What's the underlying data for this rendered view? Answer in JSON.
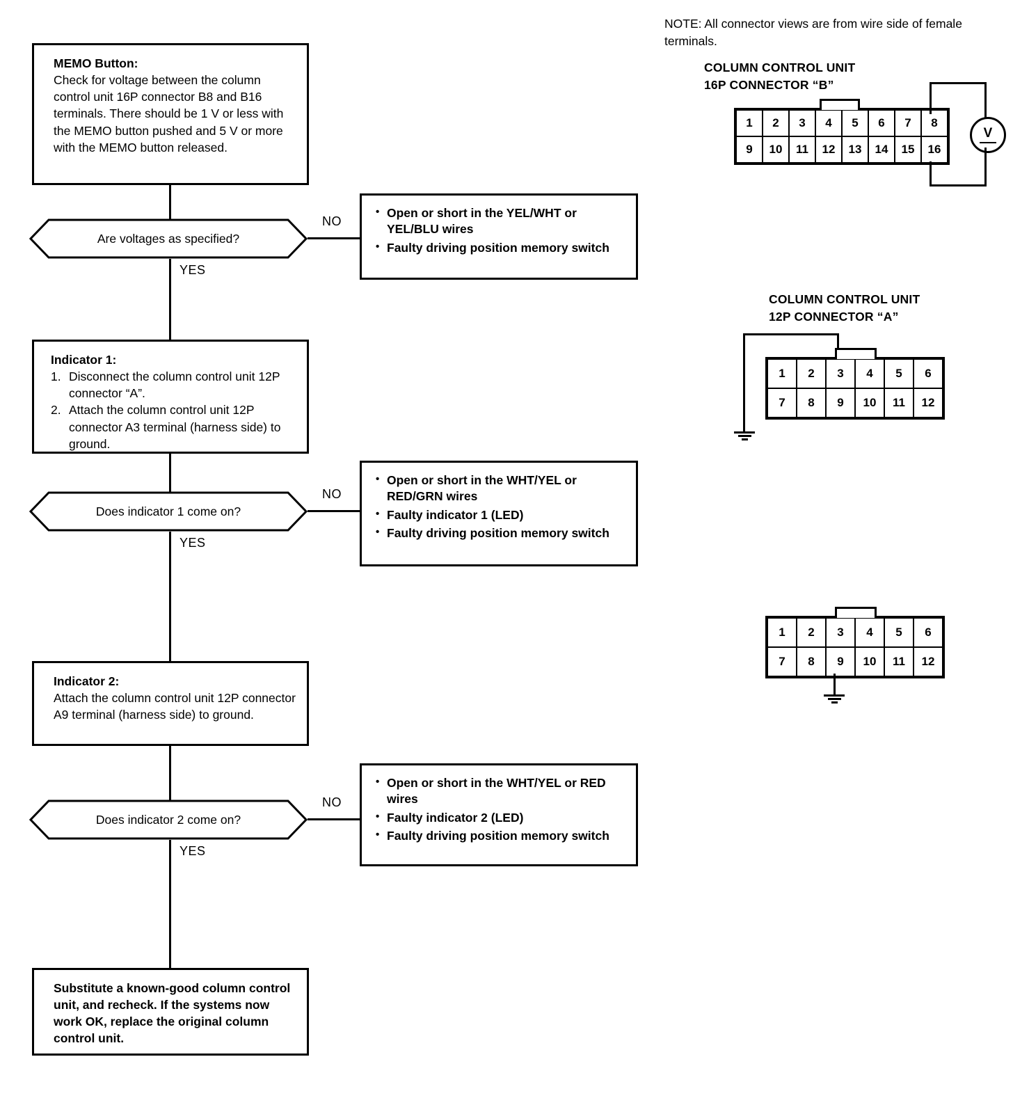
{
  "document": {
    "type": "troubleshooting-flowchart",
    "subject": "Column control unit / driving position memory"
  },
  "flow": {
    "step1": {
      "title": "MEMO Button:",
      "body": "Check for voltage between the column control unit 16P connector B8 and B16 terminals. There should be 1 V or less with the MEMO button pushed and 5 V or more with the MEMO button released."
    },
    "decision1": {
      "label": "Are voltages as specified?",
      "no_label": "NO",
      "yes_label": "YES"
    },
    "result1": {
      "items": [
        "Open or short in the YEL/WHT or YEL/BLU wires",
        "Faulty driving position memory switch"
      ]
    },
    "step2": {
      "title": "Indicator 1:",
      "items": [
        {
          "num": "1.",
          "text": "Disconnect the column control unit 12P connector “A”."
        },
        {
          "num": "2.",
          "text": "Attach the column control unit 12P connector A3 terminal (harness side) to ground."
        }
      ]
    },
    "decision2": {
      "label": "Does indicator 1 come on?",
      "no_label": "NO",
      "yes_label": "YES"
    },
    "result2": {
      "items": [
        "Open or short in the WHT/YEL or RED/GRN wires",
        "Faulty indicator 1 (LED)",
        "Faulty driving position memory switch"
      ]
    },
    "step3": {
      "title": "Indicator 2:",
      "body": "Attach the column control unit 12P connector A9 terminal (harness side) to ground."
    },
    "decision3": {
      "label": "Does indicator 2 come on?",
      "no_label": "NO",
      "yes_label": "YES"
    },
    "result3": {
      "items": [
        "Open or short in the WHT/YEL or RED wires",
        "Faulty indicator 2 (LED)",
        "Faulty driving position memory switch"
      ]
    },
    "final": {
      "body": "Substitute a known-good column control unit, and recheck. If the systems now work OK, replace the original column control unit."
    },
    "bullet_glyph": "•"
  },
  "sidebar": {
    "note": "NOTE:  All connector views are from wire side of female terminals.",
    "connector_b": {
      "caption_line1": "COLUMN CONTROL UNIT",
      "caption_line2": "16P CONNECTOR “B”",
      "row_top": [
        "1",
        "2",
        "3",
        "4",
        "5",
        "6",
        "7",
        "8"
      ],
      "row_bottom": [
        "9",
        "10",
        "11",
        "12",
        "13",
        "14",
        "15",
        "16"
      ],
      "meter_label": "V",
      "meter_name": "voltmeter"
    },
    "connector_a": {
      "caption_line1": "COLUMN CONTROL UNIT",
      "caption_line2": "12P CONNECTOR “A”",
      "row_top": [
        "1",
        "2",
        "3",
        "4",
        "5",
        "6"
      ],
      "row_bottom": [
        "7",
        "8",
        "9",
        "10",
        "11",
        "12"
      ],
      "ground_from_pin": "3"
    },
    "connector_a2": {
      "row_top": [
        "1",
        "2",
        "3",
        "4",
        "5",
        "6"
      ],
      "row_bottom": [
        "7",
        "8",
        "9",
        "10",
        "11",
        "12"
      ],
      "ground_from_pin": "9"
    }
  },
  "colors": {
    "ink": "#000000",
    "paper": "#ffffff"
  }
}
